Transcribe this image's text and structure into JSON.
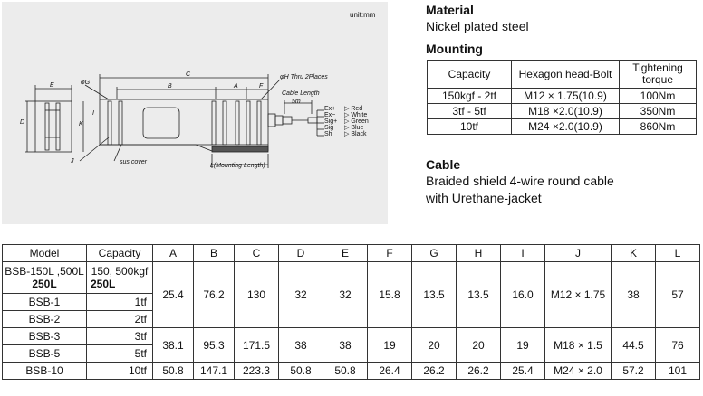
{
  "drawing": {
    "unit": "unit:mm",
    "labels": {
      "c": "C",
      "b": "B",
      "a": "A",
      "f": "F",
      "e": "E",
      "d": "D",
      "k": "K",
      "i": "I",
      "g": "φG",
      "hole": "φH Thru 2Places",
      "j": "J",
      "cover": "sus cover",
      "mounting": "L(Mounting Length)",
      "cable_length": "Cable Length",
      "five_m": "5m"
    },
    "wires": [
      {
        "signal": "Ex+",
        "color": "Red"
      },
      {
        "signal": "Ex−",
        "color": "White"
      },
      {
        "signal": "Sig+",
        "color": "Green"
      },
      {
        "signal": "Sig−",
        "color": "Blue"
      },
      {
        "signal": "Sh",
        "color": "Black"
      }
    ]
  },
  "spec": {
    "material_heading": "Material",
    "material_text": "Nickel plated steel",
    "mounting_heading": "Mounting",
    "mounting_table": {
      "headers": [
        "Capacity",
        "Hexagon head-Bolt",
        "Tightening torque"
      ],
      "rows": [
        [
          "150kgf - 2tf",
          "M12 × 1.75(10.9)",
          "100Nm"
        ],
        [
          "3tf - 5tf",
          "M18 ×2.0(10.9)",
          "350Nm"
        ],
        [
          "10tf",
          "M24 ×2.0(10.9)",
          "860Nm"
        ]
      ]
    },
    "cable_heading": "Cable",
    "cable_line1": "Braided shield 4-wire round cable",
    "cable_line2": "with Urethane-jacket"
  },
  "dims": {
    "headers": [
      "Model",
      "Capacity",
      "A",
      "B",
      "C",
      "D",
      "E",
      "F",
      "G",
      "H",
      "I",
      "J",
      "K",
      "L"
    ],
    "models": [
      "BSB-150L ,500L",
      "250L",
      "BSB-1",
      "BSB-2",
      "BSB-3",
      "BSB-5",
      "BSB-10"
    ],
    "capacities": [
      "150, 500kgf",
      "250L",
      "1tf",
      "2tf",
      "3tf",
      "5tf",
      "10tf"
    ],
    "group1": [
      "25.4",
      "76.2",
      "130",
      "32",
      "32",
      "15.8",
      "13.5",
      "13.5",
      "16.0",
      "M12 × 1.75",
      "38",
      "57"
    ],
    "group2": [
      "38.1",
      "95.3",
      "171.5",
      "38",
      "38",
      "19",
      "20",
      "20",
      "19",
      "M18 × 1.5",
      "44.5",
      "76"
    ],
    "group3": [
      "50.8",
      "147.1",
      "223.3",
      "50.8",
      "50.8",
      "26.4",
      "26.2",
      "26.2",
      "25.4",
      "M24 × 2.0",
      "57.2",
      "101"
    ]
  }
}
